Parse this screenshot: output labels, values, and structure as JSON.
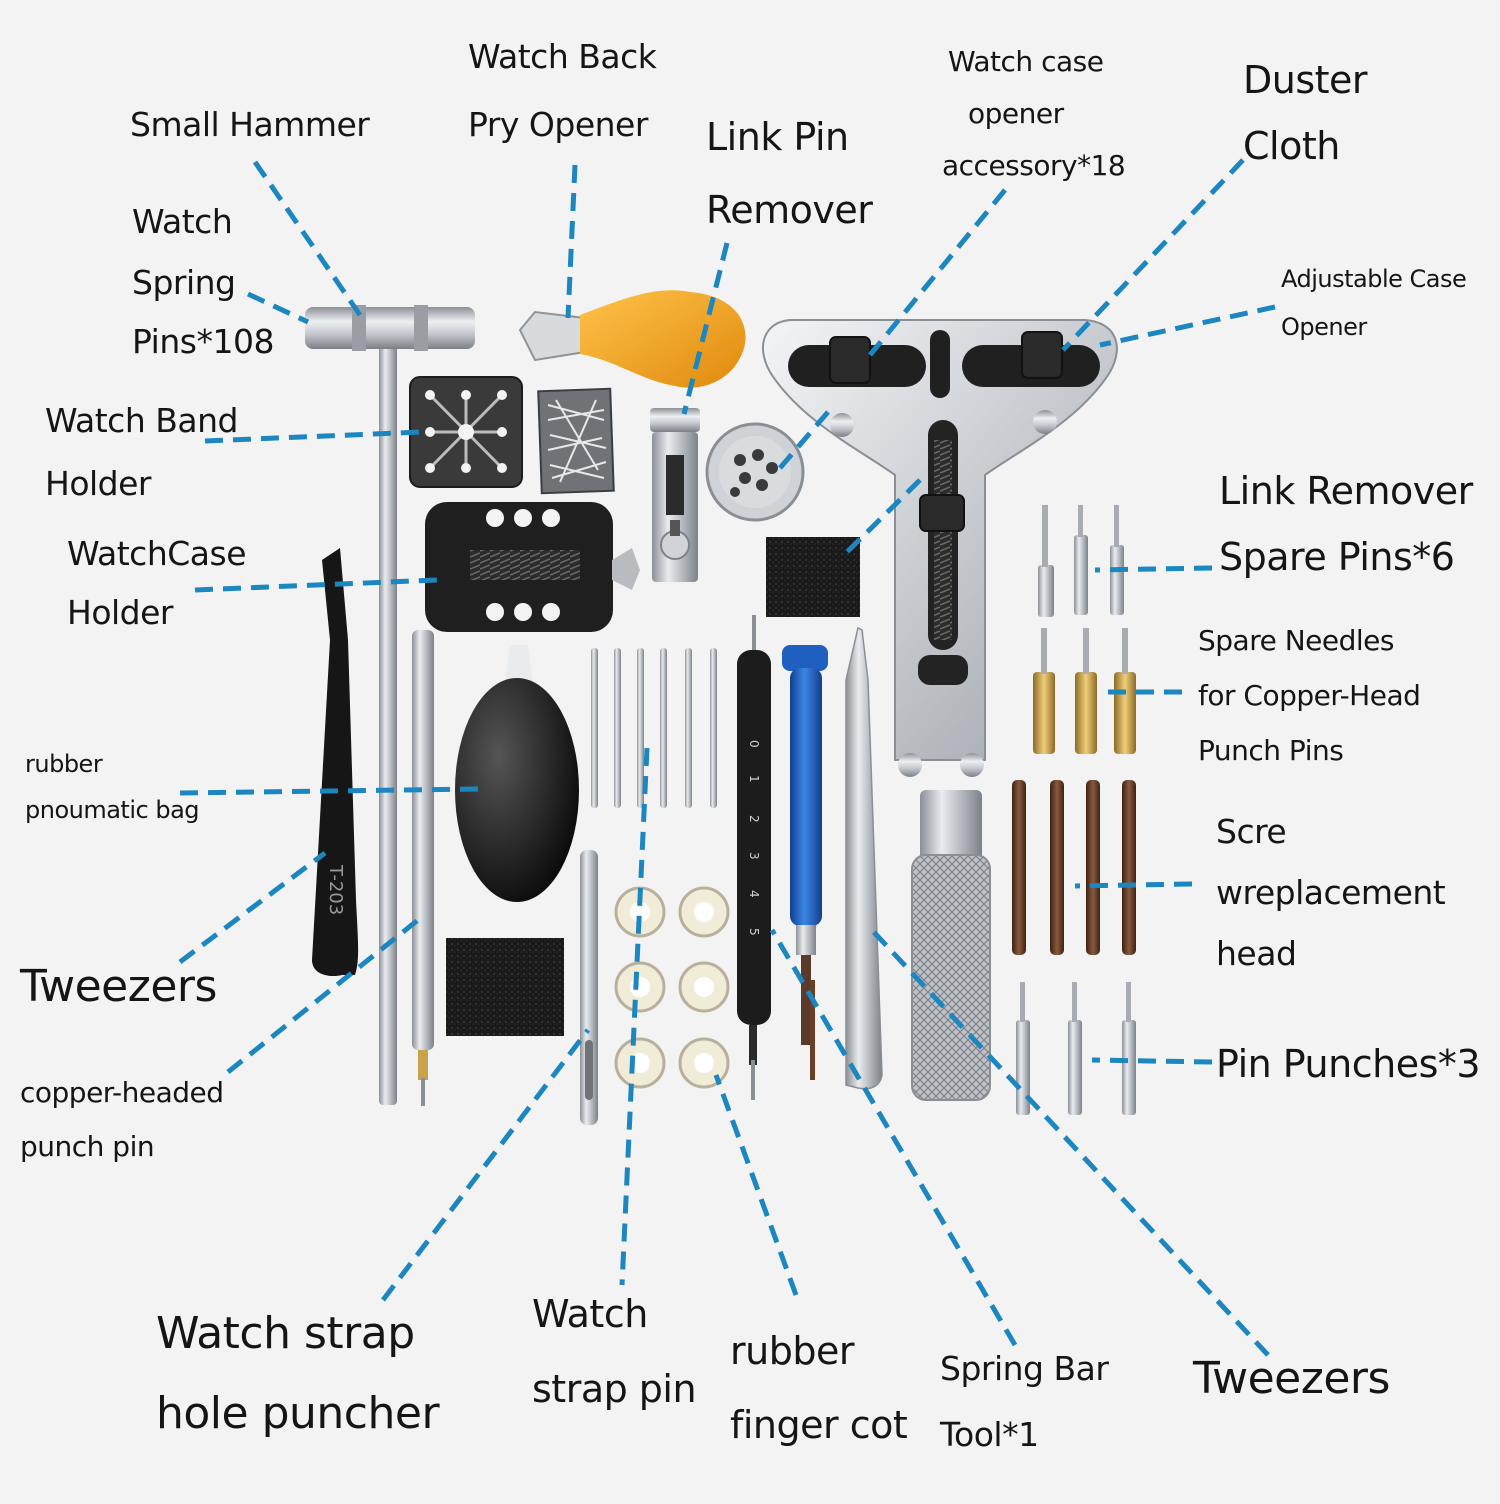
{
  "labels": {
    "small_hammer": "Small Hammer",
    "watch_back_pry_opener": [
      "Watch Back",
      "Pry Opener"
    ],
    "link_pin_remover": [
      "Link Pin",
      "Remover"
    ],
    "watch_case_opener_accessory": [
      "Watch case",
      "opener",
      "accessory*18"
    ],
    "duster_cloth": [
      "Duster",
      "Cloth"
    ],
    "adjustable_case_opener": [
      "Adjustable Case",
      "Opener"
    ],
    "watch_spring_pins": [
      "Watch",
      "Spring",
      "Pins*108"
    ],
    "watch_band_holder": [
      "Watch Band",
      "Holder"
    ],
    "watchcase_holder": [
      "WatchCase",
      "Holder"
    ],
    "link_remover_spare_pins": [
      "Link Remover",
      "Spare Pins*6"
    ],
    "spare_needles": [
      "Spare Needles",
      "for Copper-Head",
      "Punch Pins"
    ],
    "rubber_pneumatic_bag": [
      "rubber",
      "pnoumatic bag"
    ],
    "screw_replacement_head": [
      "Scre",
      "wreplacement",
      "head"
    ],
    "tweezers_left": "Tweezers",
    "copper_headed_punch_pin": [
      "copper-headed",
      "punch pin"
    ],
    "pin_punches": "Pin Punches*3",
    "watch_strap_hole_puncher": [
      "Watch strap",
      "hole puncher"
    ],
    "watch_strap_pin": [
      "Watch",
      "strap pin"
    ],
    "rubber_finger_cot": [
      "rubber",
      "finger cot"
    ],
    "spring_bar_tool": [
      "Spring Bar",
      "Tool*1"
    ],
    "tweezers_right": "Tweezers",
    "tweezers_engraving": "T-203",
    "screwdriver_scale": [
      "0",
      "1",
      "2",
      "3",
      "4",
      "5"
    ]
  },
  "colors": {
    "leader_line": "#1b86bf",
    "background": "#f3f3f3",
    "text": "#151515",
    "handle_orange": "#f0a21c",
    "screwdriver_blue": "#1f5fc0",
    "metal": "#c9cdd2",
    "black_part": "#1c1c1c",
    "brass": "#c9a24a",
    "brown_bit": "#6a3f28"
  }
}
